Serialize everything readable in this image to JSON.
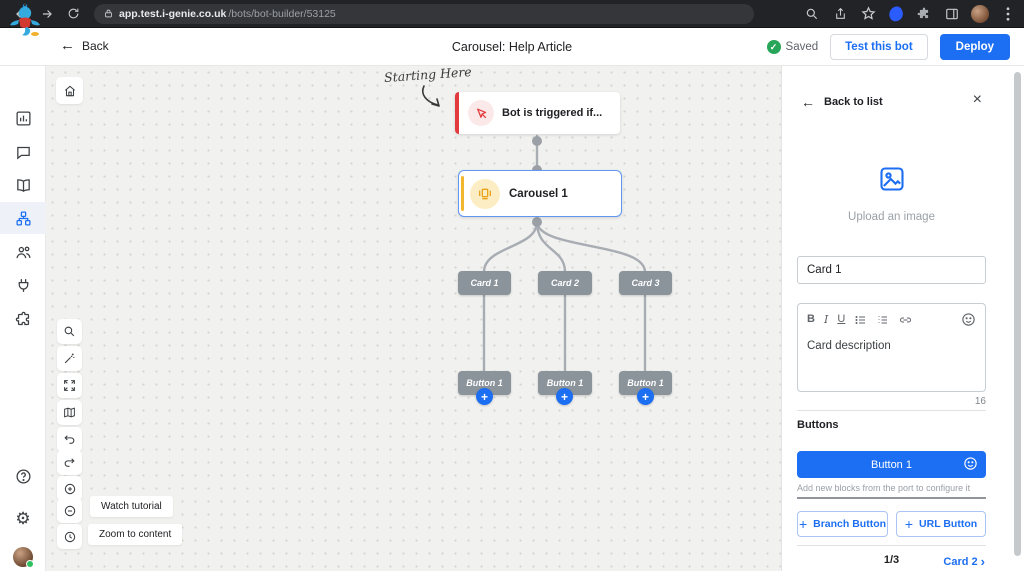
{
  "browser": {
    "url_domain": "app.test.i-genie.co.uk",
    "url_path": "/bots/bot-builder/53125"
  },
  "header": {
    "back_label": "Back",
    "title": "Carousel: Help Article",
    "saved_label": "Saved",
    "test_bot_button": "Test this bot",
    "deploy_button": "Deploy"
  },
  "canvas": {
    "annotation": "Starting Here",
    "trigger_node": {
      "label": "Bot is triggered if..."
    },
    "carousel_node": {
      "label": "Carousel 1"
    },
    "cards": [
      {
        "label": "Card 1"
      },
      {
        "label": "Card 2"
      },
      {
        "label": "Card 3"
      }
    ],
    "card_buttons": [
      {
        "label": "Button 1"
      },
      {
        "label": "Button 1"
      },
      {
        "label": "Button 1"
      }
    ],
    "tooltips": {
      "watch_tutorial": "Watch tutorial",
      "zoom_to_content": "Zoom to content"
    }
  },
  "panel": {
    "back_label": "Back to list",
    "upload_label": "Upload an image",
    "card_title_value": "Card 1",
    "description_text": "Card description",
    "char_count": "16",
    "buttons_label": "Buttons",
    "button_label": "Button 1",
    "hint": "Add new blocks from the port to configure it",
    "branch_button_label": "Branch Button",
    "url_button_label": "URL Button",
    "pagination": "1/3",
    "next_card_label": "Card 2"
  },
  "icons": {
    "back_arrow": "←",
    "close": "×",
    "plus": "+",
    "chevron_right": "›",
    "check": "✓",
    "bold": "B",
    "italic": "I",
    "underline": "U",
    "gear": "⚙"
  },
  "colors": {
    "accent": "#1c6ef2",
    "saved-green": "#27a65a",
    "trigger-red": "#e23b3f",
    "carousel-yellow": "#f3b72f",
    "node-gray": "#8b939b"
  }
}
